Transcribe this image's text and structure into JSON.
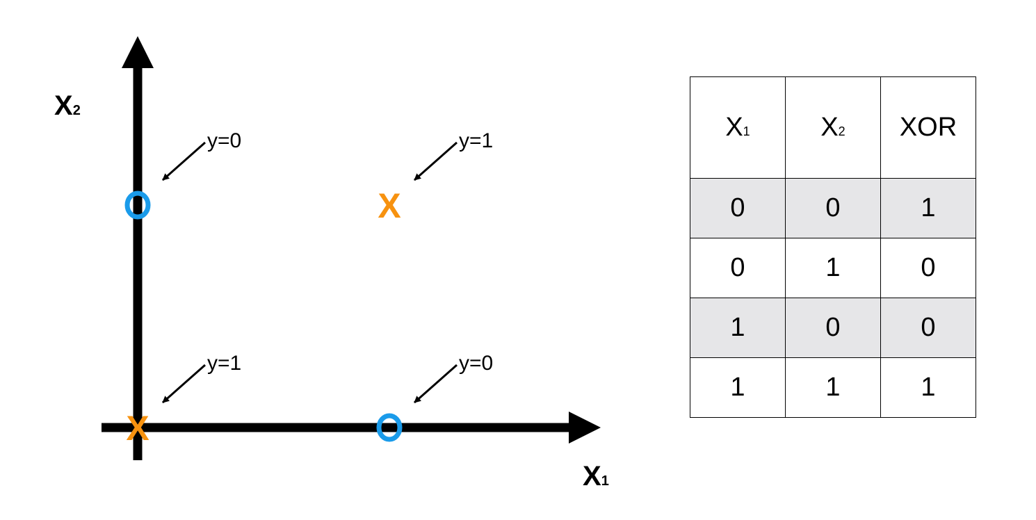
{
  "plot": {
    "x_axis_label": "X",
    "x_axis_subscript": "1",
    "y_axis_label": "X",
    "y_axis_subscript": "2",
    "points": [
      {
        "x1": 0,
        "x2": 1,
        "marker": "O",
        "label": "y=0"
      },
      {
        "x1": 1,
        "x2": 1,
        "marker": "X",
        "label": "y=1"
      },
      {
        "x1": 0,
        "x2": 0,
        "marker": "X",
        "label": "y=1"
      },
      {
        "x1": 1,
        "x2": 0,
        "marker": "O",
        "label": "y=0"
      }
    ]
  },
  "colors": {
    "axis": "#000000",
    "circle_marker": "#1a9bea",
    "x_marker": "#f7920f",
    "shaded_row": "#e6e6e8"
  },
  "table": {
    "headers": [
      {
        "text": "X",
        "sub": "1"
      },
      {
        "text": "X",
        "sub": "2"
      },
      {
        "text": "XOR",
        "sub": ""
      }
    ],
    "rows": [
      [
        "0",
        "0",
        "1"
      ],
      [
        "0",
        "1",
        "0"
      ],
      [
        "1",
        "0",
        "0"
      ],
      [
        "1",
        "1",
        "1"
      ]
    ]
  }
}
